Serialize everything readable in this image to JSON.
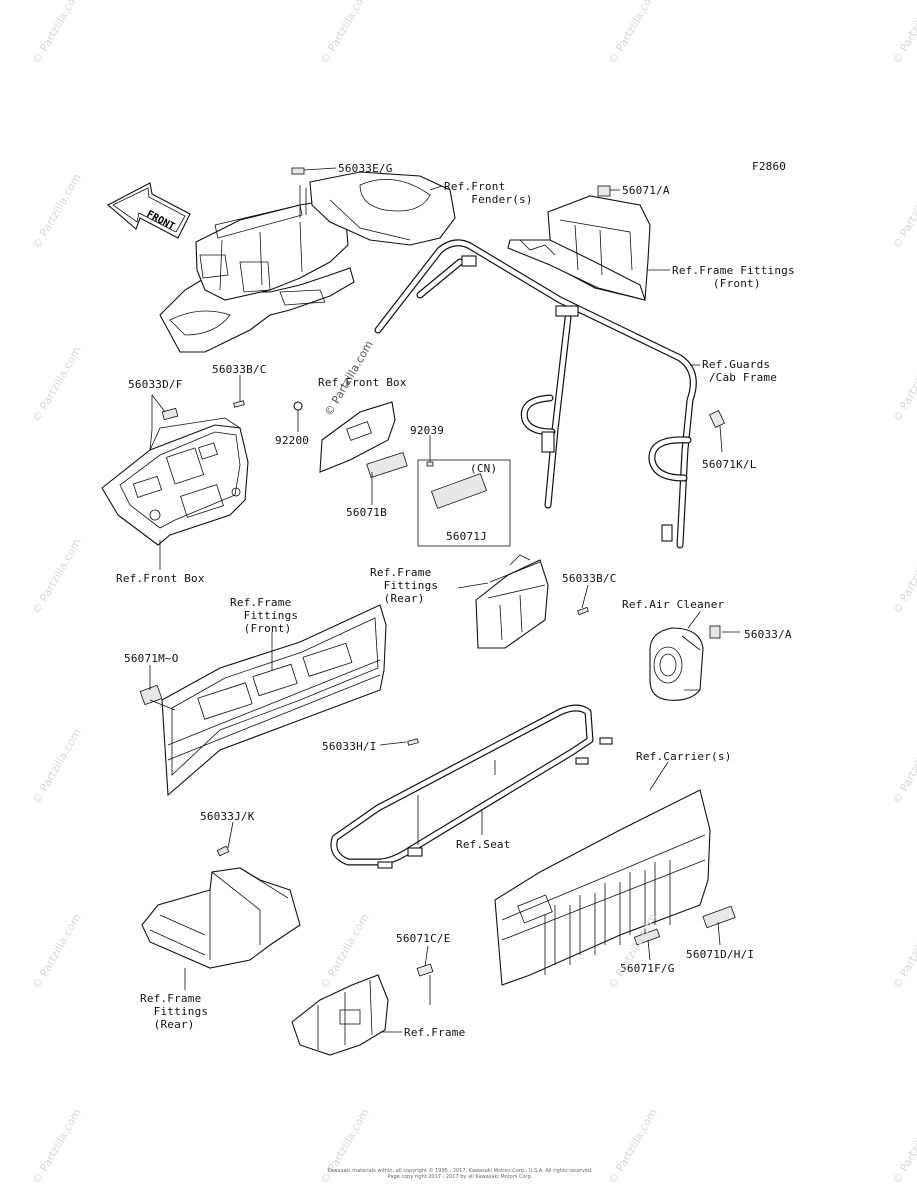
{
  "figure_code": "F2860",
  "front_arrow_text": "FRONT",
  "labels": {
    "p56033eg": "56033E/G",
    "ref_front_fender": "Ref.Front\n    Fender(s)",
    "p56071a": "56071/A",
    "ref_frame_fittings_front_top": "Ref.Frame Fittings\n      (Front)",
    "ref_guards_cab": "Ref.Guards\n /Cab Frame",
    "p56033df": "56033D/F",
    "p56033bc_top": "56033B/C",
    "ref_front_box_top": "Ref.Front Box",
    "p92200": "92200",
    "p92039": "92039",
    "cn": "(CN)",
    "p56071b": "56071B",
    "p56071j": "56071J",
    "p56071kl": "56071K/L",
    "ref_front_box_bottom": "Ref.Front Box",
    "ref_frame_fittings_rear_mid": "Ref.Frame\n  Fittings\n  (Rear)",
    "p56033bc_mid": "56033B/C",
    "ref_air_cleaner": "Ref.Air Cleaner",
    "p56033a": "56033/A",
    "ref_frame_fittings_front_mid": "Ref.Frame\n  Fittings\n  (Front)",
    "p56071mo": "56071M~O",
    "p56033hi": "56033H/I",
    "ref_carriers": "Ref.Carrier(s)",
    "ref_seat": "Ref.Seat",
    "p56033jk": "56033J/K",
    "p56071ce": "56071C/E",
    "p56071fg": "56071F/G",
    "p56071dhi": "56071D/H/I",
    "ref_frame_fittings_rear_bottom": "Ref.Frame\n  Fittings\n  (Rear)",
    "ref_frame": "Ref.Frame"
  },
  "watermark": {
    "text": "© Partzilla.com",
    "center_text": "© Partzilla.com"
  },
  "footer": {
    "line1": "Kawasaki materials within: all copyright © 1995 - 2017, Kawasaki Motors Corp., U.S.A. All rights reserved.",
    "line2": "Page copy right 2017 - 2017 by all Kawasaki Motors Corp."
  }
}
